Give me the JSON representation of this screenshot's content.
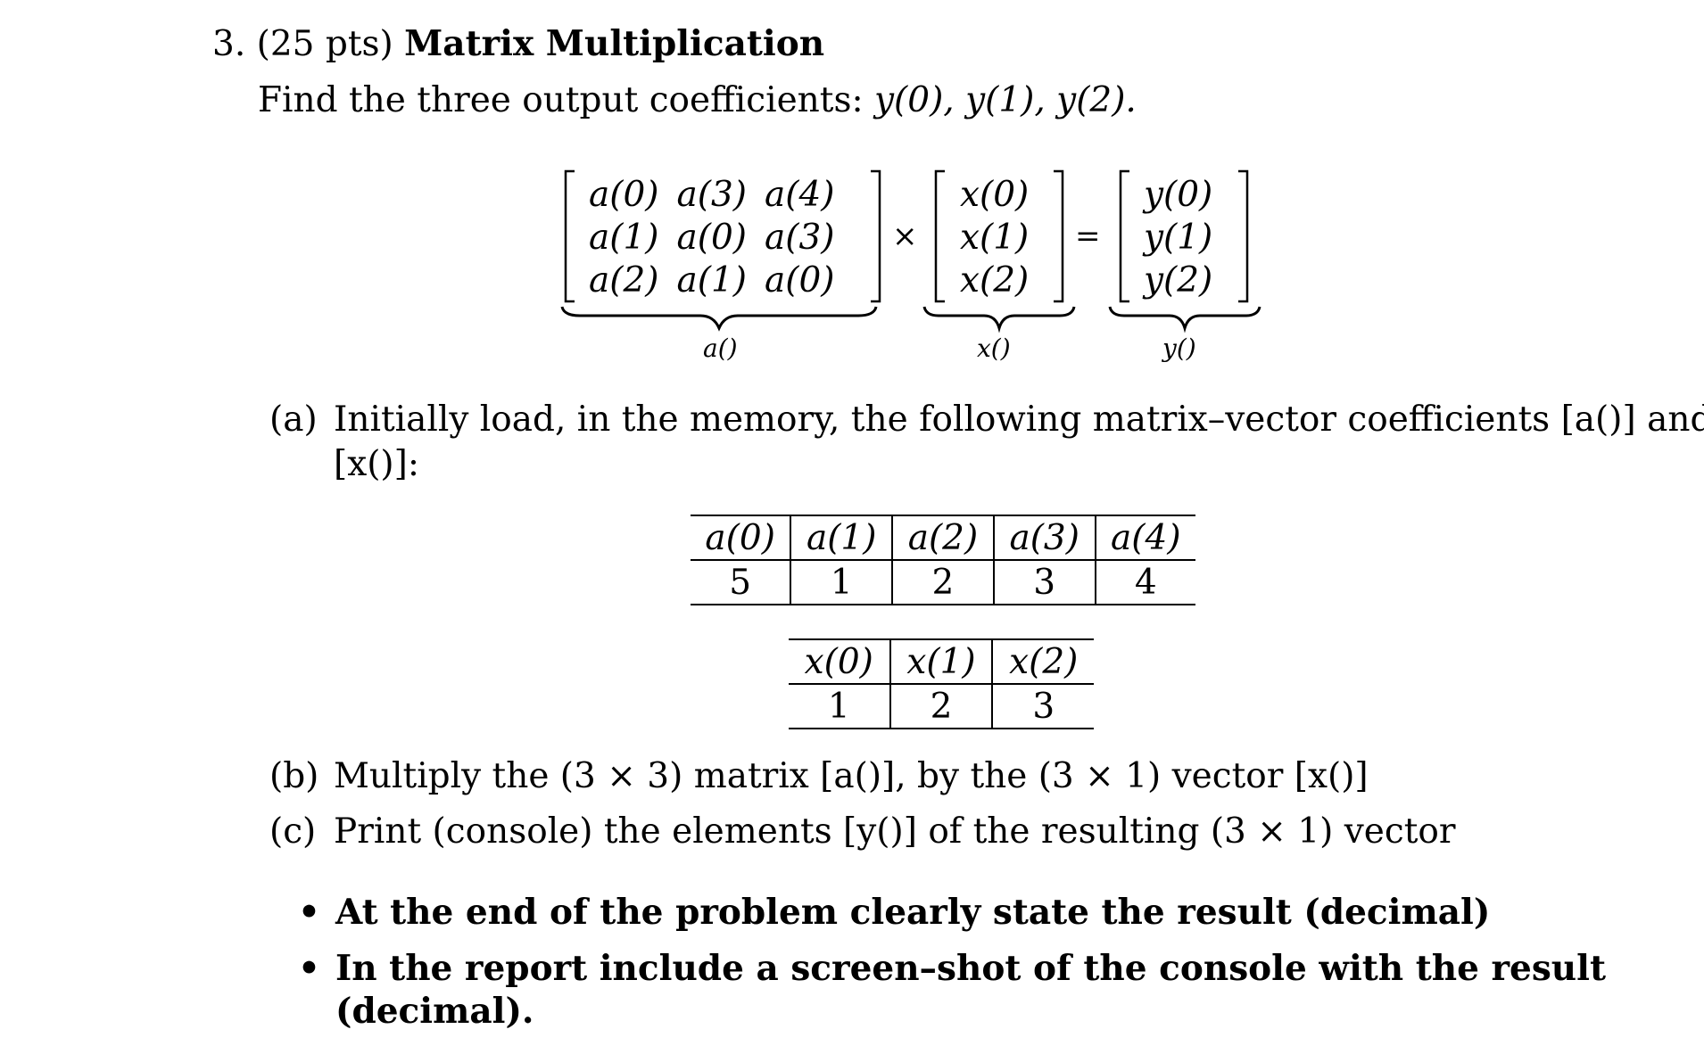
{
  "problem": {
    "number": "3.",
    "points": "(25 pts)",
    "title": "Matrix Multiplication",
    "intro_text": "Find the three output coefficients: ",
    "intro_math": "y(0), y(1), y(2)."
  },
  "equation": {
    "matrix": [
      [
        "a(0)",
        "a(3)",
        "a(4)"
      ],
      [
        "a(1)",
        "a(0)",
        "a(3)"
      ],
      [
        "a(2)",
        "a(1)",
        "a(0)"
      ]
    ],
    "x_vector": [
      "x(0)",
      "x(1)",
      "x(2)"
    ],
    "y_vector": [
      "y(0)",
      "y(1)",
      "y(2)"
    ],
    "times": "×",
    "equals": "=",
    "labels": {
      "a": "a()",
      "x": "x()",
      "y": "y()"
    }
  },
  "part_a": {
    "label": "(a)",
    "text_line1": "Initially load, in the memory, the following matrix–vector coefficients [a()] and",
    "text_line2": "[x()]:",
    "a_table": {
      "headers": [
        "a(0)",
        "a(1)",
        "a(2)",
        "a(3)",
        "a(4)"
      ],
      "values": [
        "5",
        "1",
        "2",
        "3",
        "4"
      ]
    },
    "x_table": {
      "headers": [
        "x(0)",
        "x(1)",
        "x(2)"
      ],
      "values": [
        "1",
        "2",
        "3"
      ]
    }
  },
  "part_b": {
    "label": "(b)",
    "text": "Multiply the (3 × 3) matrix [a()], by the (3 × 1) vector [x()]"
  },
  "part_c": {
    "label": "(c)",
    "text": "Print (console) the elements [y()] of the resulting (3 × 1) vector"
  },
  "bullets": [
    {
      "text": "At the end of the problem clearly state the result (decimal)"
    },
    {
      "text_line1": "In the report include a screen–shot of the console with the result",
      "text_line2": "(decimal)."
    }
  ]
}
